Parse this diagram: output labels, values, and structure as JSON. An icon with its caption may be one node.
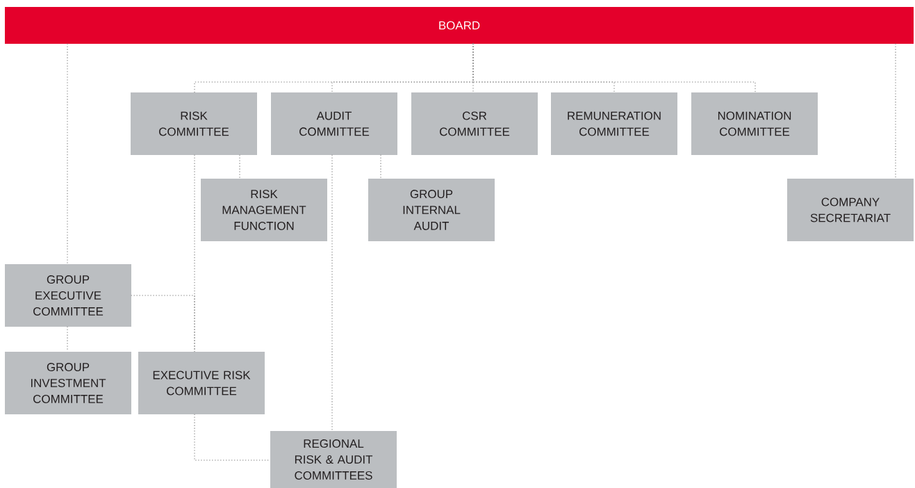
{
  "diagram": {
    "nodes": [
      {
        "text": [
          "BOARD"
        ]
      },
      {
        "text": [
          "RISK COMMITTEE"
        ]
      },
      {
        "text": [
          "AUDIT COMMITTEE"
        ]
      },
      {
        "text": [
          "CSR COMMITTEE"
        ]
      },
      {
        "text": [
          "REMUNERATION COMMITTEE"
        ]
      },
      {
        "text": [
          "NOMINATION COMMITTEE"
        ]
      },
      {
        "text": [
          "RISK MANAGEMENT FUNCTION"
        ]
      },
      {
        "text": [
          "GROUP INTERNAL AUDIT"
        ]
      },
      {
        "text": [
          "COMPANY SECRETARIAT"
        ]
      },
      {
        "text": [
          "GROUP EXECUTIVE COMMITTEE"
        ]
      },
      {
        "text": [
          "GROUP INVESTMENT COMMITTEE"
        ]
      },
      {
        "text": [
          "EXECUTIVE RISK COMMITTEE"
        ]
      },
      {
        "text": [
          "REGIONAL RISK & AUDIT COMMITTEES"
        ]
      }
    ],
    "edges": [
      {
        "from": 0,
        "to": 1,
        "arrow": "none"
      },
      {
        "from": 0,
        "to": 2,
        "arrow": "none"
      },
      {
        "from": 0,
        "to": 3,
        "arrow": "none"
      },
      {
        "from": 0,
        "to": 4,
        "arrow": "none"
      },
      {
        "from": 0,
        "to": 5,
        "arrow": "none"
      },
      {
        "from": 0,
        "to": 8,
        "arrow": "none"
      },
      {
        "from": 0,
        "to": 9,
        "arrow": "none"
      },
      {
        "from": 1,
        "to": 6,
        "arrow": "none"
      },
      {
        "from": 1,
        "to": 11,
        "arrow": "none"
      },
      {
        "from": 2,
        "to": 7,
        "arrow": "none"
      },
      {
        "from": 2,
        "to": 12,
        "arrow": "none"
      },
      {
        "from": 9,
        "to": 11,
        "arrow": "none"
      },
      {
        "from": 9,
        "to": 10,
        "arrow": "none"
      },
      {
        "from": 11,
        "to": 12,
        "arrow": "none"
      }
    ]
  }
}
